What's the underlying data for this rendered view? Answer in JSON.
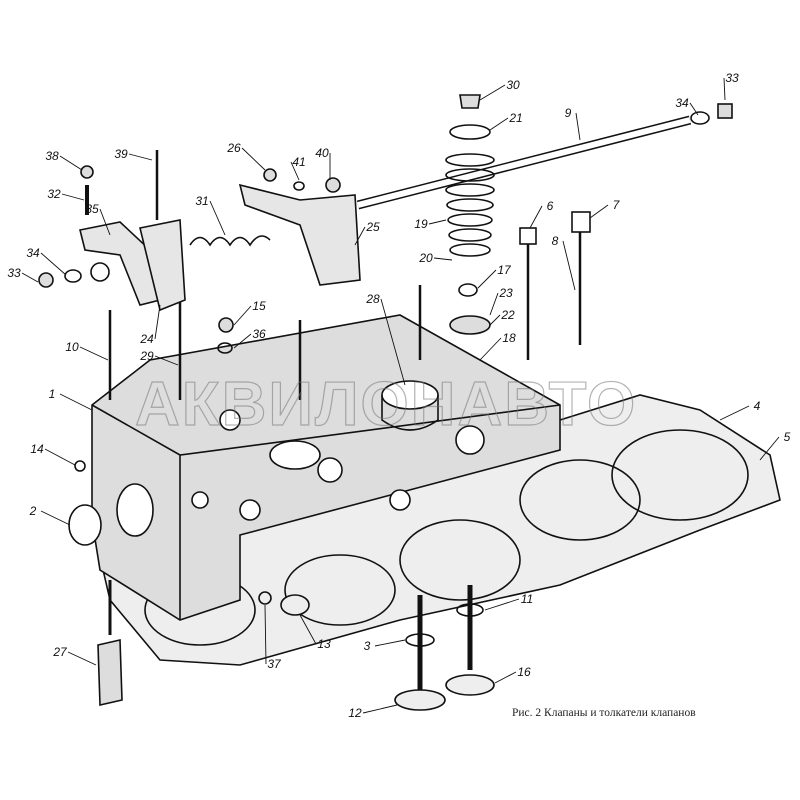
{
  "caption": "Рис. 2 Клапаны и толкатели клапанов",
  "watermark": "АКВИЛОНАВТО",
  "callouts": [
    "30",
    "21",
    "9",
    "34",
    "33",
    "38",
    "39",
    "26",
    "41",
    "40",
    "32",
    "35",
    "31",
    "19",
    "6",
    "7",
    "8",
    "25",
    "20",
    "17",
    "34",
    "33",
    "23",
    "22",
    "15",
    "36",
    "28",
    "18",
    "24",
    "10",
    "29",
    "1",
    "4",
    "5",
    "14",
    "2",
    "11",
    "37",
    "13",
    "3",
    "27",
    "16",
    "12"
  ]
}
